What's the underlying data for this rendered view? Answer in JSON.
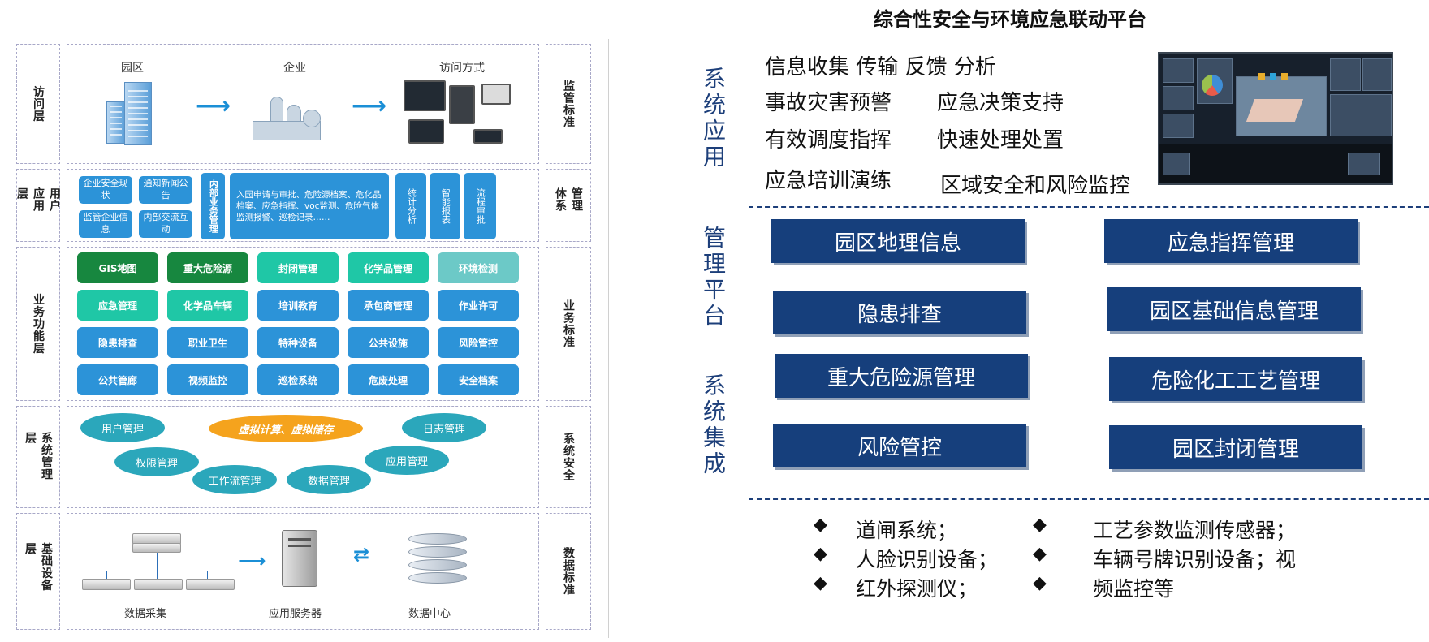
{
  "left": {
    "rows": {
      "access": {
        "label": "访问层",
        "standard": "监管标准",
        "titles": {
          "park": "园区",
          "enterprise": "企业",
          "access_method": "访问方式"
        }
      },
      "user_app": {
        "label": "用户应用层",
        "standard": "管理体系",
        "boxes": {
          "b1": "企业安全现状",
          "b2": "通知新闻公告",
          "b3": "监管企业信息",
          "b4": "内部交流互动",
          "internal": "内部业务管理",
          "long": "入园申请与审批、危险源档案、危化品档案、应急指挥、voc监测、危险气体监测报警、巡检记录……",
          "stat": "统计分析",
          "report": "智能报表",
          "flow": "流程审批"
        }
      },
      "business": {
        "label": "业务功能层",
        "standard": "业务标准",
        "buttons": [
          "GIS地图",
          "重大危险源",
          "封闭管理",
          "化学品管理",
          "环境检测",
          "应急管理",
          "化学品车辆",
          "培训教育",
          "承包商管理",
          "作业许可",
          "隐患排查",
          "职业卫生",
          "特种设备",
          "公共设施",
          "风险管控",
          "公共管廊",
          "视频监控",
          "巡检系统",
          "危废处理",
          "安全档案"
        ]
      },
      "system": {
        "label": "系统管理层",
        "standard": "系统安全",
        "items": {
          "user": "用户管理",
          "virtual": "虚拟计算、虚拟储存",
          "log": "日志管理",
          "perm": "权限管理",
          "app": "应用管理",
          "workflow": "工作流管理",
          "data": "数据管理"
        }
      },
      "infra": {
        "label": "基础设备层",
        "standard": "数据标准",
        "captions": {
          "collect": "数据采集",
          "server": "应用服务器",
          "center": "数据中心"
        }
      }
    }
  },
  "right": {
    "title": "综合性安全与环境应急联动平台",
    "sections": {
      "app": "系统应用",
      "mgmt": "管理平台",
      "integ": "系统集成"
    },
    "app_items": {
      "r1": "信息收集 传输 反馈 分析",
      "r2a": "事故灾害预警",
      "r2b": "应急决策支持",
      "r3a": "有效调度指挥",
      "r3b": "快速处理处置",
      "r4a": "应急培训演练",
      "r4b": "区域安全和风险监控"
    },
    "mgmt_boxes": [
      "园区地理信息",
      "应急指挥管理",
      "隐患排查",
      "园区基础信息管理",
      "重大危险源管理",
      "危险化工工艺管理",
      "风险管控",
      "园区封闭管理"
    ],
    "integ_items": {
      "c1": "道闸系统；",
      "c2": "工艺参数监测传感器；",
      "c3": "人脸识别设备；",
      "c4": "车辆号牌识别设备；视",
      "c5": "红外探测仪；",
      "c6": "频监控等"
    },
    "bullet_glyph": "◆"
  },
  "colors": {
    "blue": "#2c93d8",
    "navy": "#163f7c",
    "green": "#17873f",
    "teal": "#1fc7a6",
    "orange": "#f5a31d"
  }
}
